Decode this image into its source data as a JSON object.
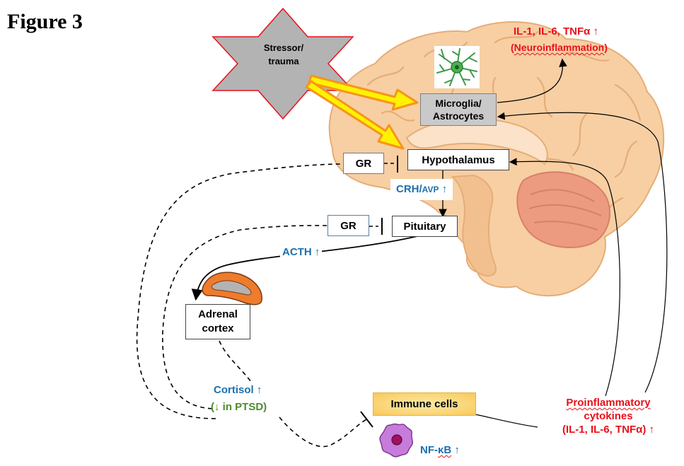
{
  "figure": {
    "title": "Figure 3"
  },
  "nodes": {
    "stressor": [
      "Stressor/",
      "trauma"
    ],
    "microglia": [
      "Microglia/",
      "Astrocytes"
    ],
    "hypothalamus": "Hypothalamus",
    "pituitary": "Pituitary",
    "adrenal": [
      "Adrenal",
      "cortex"
    ],
    "immune": "Immune cells",
    "gr": "GR"
  },
  "labels": {
    "neuro_cytokines": "IL-1, IL-6, TNFα ↑",
    "neuroinflammation": "(Neuroinflammation)",
    "crh_avp": "CRH/",
    "avp": "AVP",
    "crh_arrow": " ↑",
    "acth": "ACTH ↑",
    "cortisol": "Cortisol ↑",
    "ptsd": "(↓ in PTSD)",
    "nfkb": "NF-κB ↑",
    "proinflammatory": "Proinflammatory",
    "cytokines": "cytokines",
    "peripheral_cytokines": "(IL-1, IL-6, TNFα) ↑"
  },
  "colors": {
    "brain_fill": "#f7cfa3",
    "brain_stroke": "#e5ad78",
    "cerebellum": "#ec9a80",
    "stressor_fill": "#b3b3b3",
    "stressor_stroke": "#e8101a",
    "yellow_arrow": "#fff200",
    "orange_arrow": "#f7941d",
    "adrenal_orange": "#ef7b2d",
    "immune_fill": "#fbd77a",
    "immune_cell": "#c77bdb",
    "microglia_green": "#3c9a4a",
    "red_text": "#e8101a",
    "blue_text": "#1c6fae",
    "green_text": "#4c8c2d"
  },
  "icons": [
    "star-shape",
    "microglia-cell-icon",
    "adrenal-gland-icon",
    "immune-cell-icon",
    "brain-illustration"
  ]
}
